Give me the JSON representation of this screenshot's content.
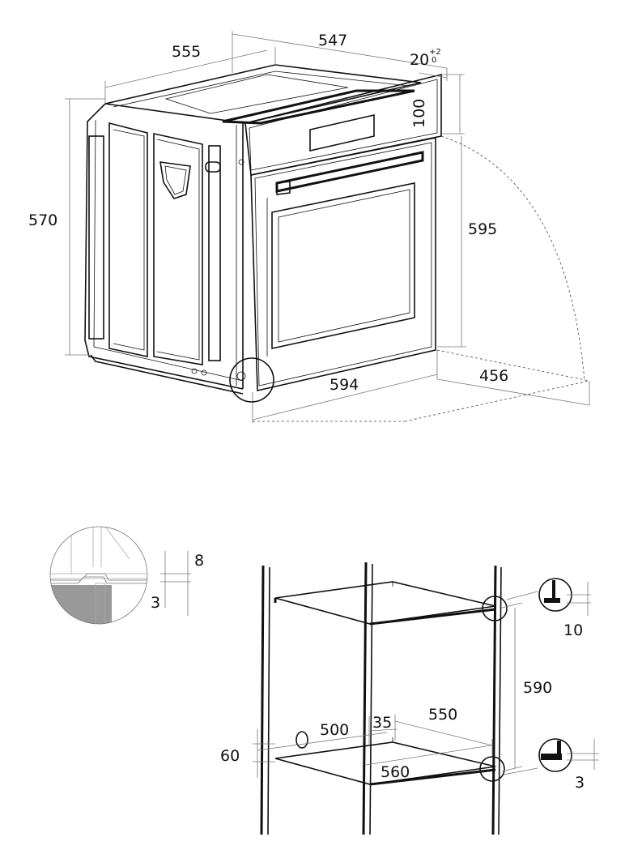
{
  "oven_dimensions": {
    "depth_top": "555",
    "width_top": "547",
    "front_panel": "20",
    "front_panel_tol_plus": "+2",
    "front_panel_tol_minus": "0",
    "control_height": "100",
    "body_height": "570",
    "door_height": "595",
    "front_width": "594",
    "door_swing": "456"
  },
  "detail_left": {
    "gap_top": "8",
    "gap_bottom": "3"
  },
  "niche_dimensions": {
    "top_detail": "10",
    "niche_height": "590",
    "niche_depth": "550",
    "rear_offset": "35",
    "vent_depth": "500",
    "base_height": "60",
    "niche_width": "560",
    "bottom_detail": "3"
  }
}
